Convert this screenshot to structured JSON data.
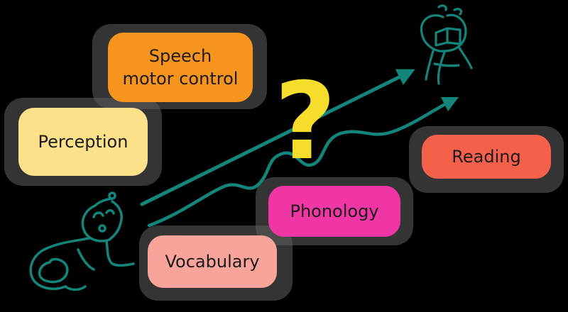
{
  "boxes": {
    "speech": {
      "label": "Speech\nmotor control",
      "color": "#f7941d"
    },
    "perception": {
      "label": "Perception",
      "color": "#fde08a"
    },
    "phonology": {
      "label": "Phonology",
      "color": "#f036a4"
    },
    "vocabulary": {
      "label": "Vocabulary",
      "color": "#f9a49a"
    },
    "reading": {
      "label": "Reading",
      "color": "#f4604a"
    }
  },
  "question_mark": "?",
  "colors": {
    "line": "#14857a",
    "shadow": "#5f5f5f",
    "question_mark": "#f6dc2b"
  },
  "icons": [
    "baby-crawling-icon",
    "adult-reading-icon",
    "arrow-icon"
  ]
}
